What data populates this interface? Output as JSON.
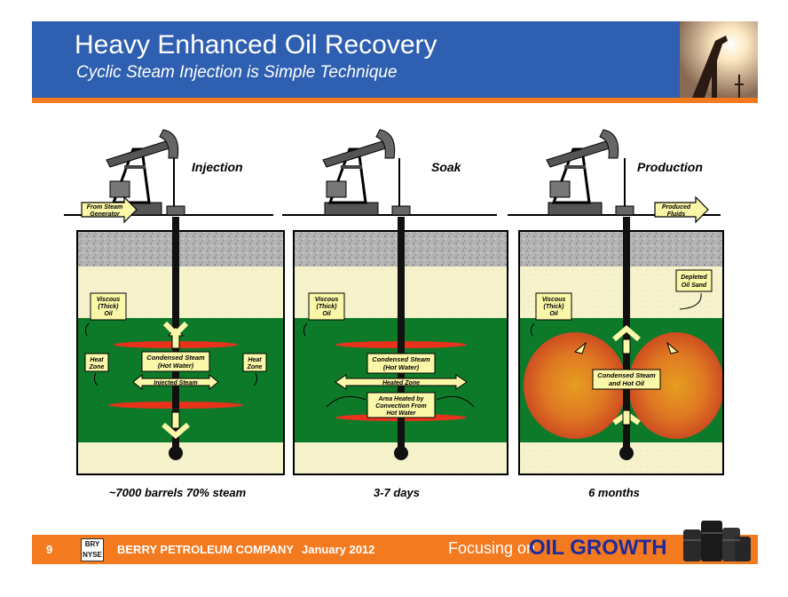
{
  "header": {
    "title": "Heavy Enhanced Oil Recovery",
    "subtitle": "Cyclic Steam Injection is Simple Technique"
  },
  "panels": [
    {
      "id": "injection",
      "label": "Injection",
      "caption": "~7000 barrels 70% steam",
      "surface_arrow": [
        "From Steam",
        "Generator"
      ],
      "viscous_label": [
        "Viscous",
        "(Thick)",
        "Oil"
      ],
      "heat_zone_left": [
        "Heat",
        "Zone"
      ],
      "heat_zone_right": [
        "Heat",
        "Zone"
      ],
      "condensed_label": [
        "Condensed Steam",
        "(Hot Water)"
      ],
      "injected_label": "Injected Steam"
    },
    {
      "id": "soak",
      "label": "Soak",
      "caption": "3-7 days",
      "viscous_label": [
        "Viscous",
        "(Thick)",
        "Oil"
      ],
      "condensed_label": [
        "Condensed Steam",
        "(Hot Water)"
      ],
      "heated_zone_label": "Heated Zone",
      "convection_label": [
        "Area Heated by",
        "Convection From",
        "Hot Water"
      ]
    },
    {
      "id": "production",
      "label": "Production",
      "caption": "6 months",
      "surface_arrow": [
        "Produced",
        "Fluids"
      ],
      "viscous_label": [
        "Viscous",
        "(Thick)",
        "Oil"
      ],
      "depleted_label": [
        "Depleted",
        "Oil Sand"
      ],
      "condensed_label": [
        "Condensed Steam",
        "and Hot Oil"
      ]
    }
  ],
  "footer": {
    "page_number": "9",
    "logo_text": [
      "BRY",
      "NYSE"
    ],
    "company": "BERRY PETROLEUM COMPANY",
    "date": "January 2012",
    "focus_text": "Focusing on",
    "growth_text": "OIL GROWTH"
  },
  "colors": {
    "header_blue": "#2f5fb0",
    "accent_orange": "#f47a20",
    "formation_green": "#0d7a2a",
    "sand_cream": "#f6f2cc",
    "label_yellow": "#fbf7a8",
    "steam_red": "#e8321c",
    "growth_blue": "#1f2a9a"
  }
}
